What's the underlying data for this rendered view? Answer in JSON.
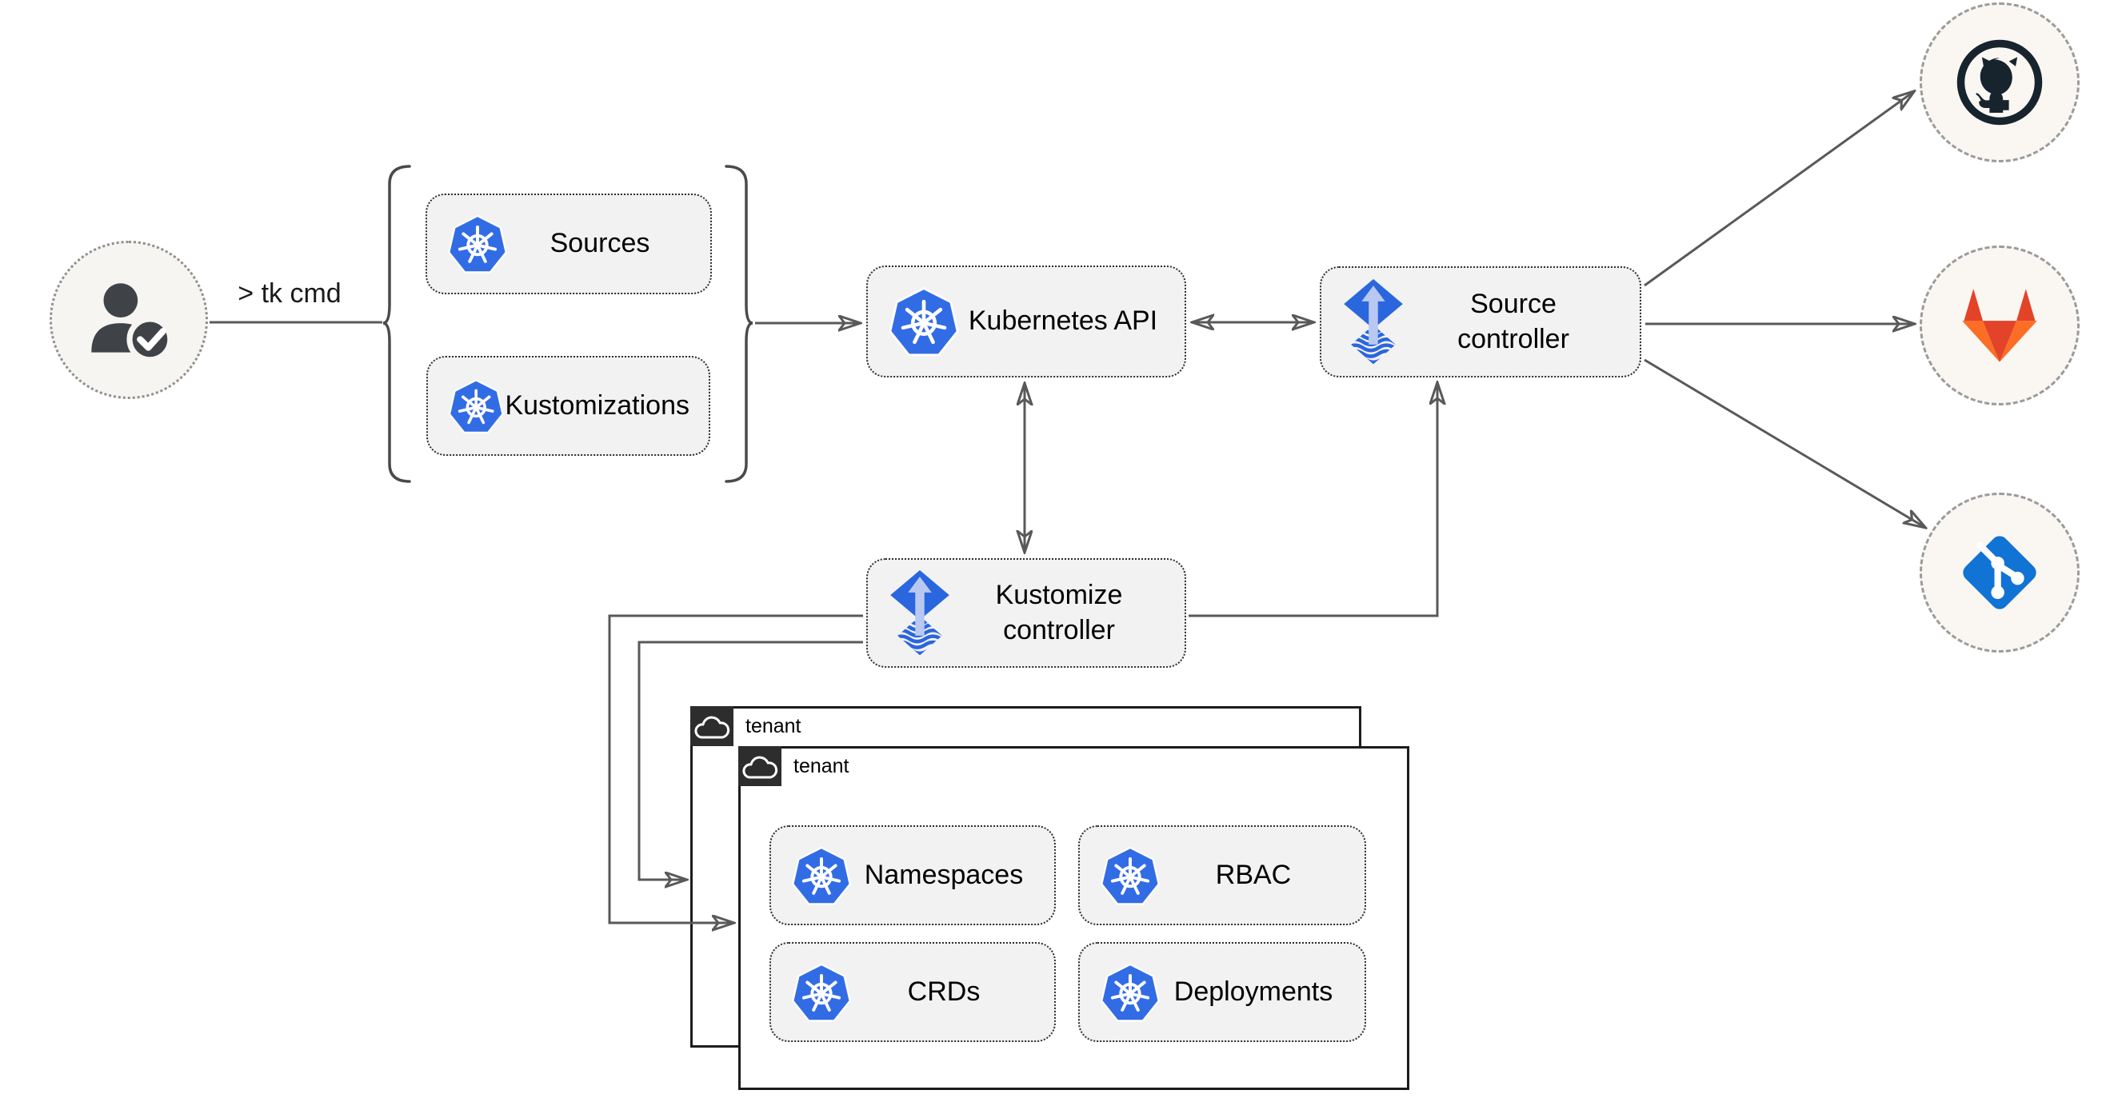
{
  "user": {
    "command_label": "> tk cmd"
  },
  "crd_group": {
    "items": [
      {
        "label": "Sources",
        "icon": "kubernetes-icon"
      },
      {
        "label": "Kustomizations",
        "icon": "kubernetes-icon"
      }
    ]
  },
  "api": {
    "label": "Kubernetes API",
    "icon": "kubernetes-icon"
  },
  "source_controller": {
    "label": "Source controller",
    "icon": "flux-icon"
  },
  "kustomize_controller": {
    "label": "Kustomize controller",
    "icon": "flux-icon"
  },
  "tenants": {
    "back": {
      "label": "tenant",
      "icon": "cloud-icon"
    },
    "front": {
      "label": "tenant",
      "icon": "cloud-icon"
    },
    "resources": [
      {
        "label": "Namespaces",
        "icon": "kubernetes-icon"
      },
      {
        "label": "RBAC",
        "icon": "kubernetes-icon"
      },
      {
        "label": "CRDs",
        "icon": "kubernetes-icon"
      },
      {
        "label": "Deployments",
        "icon": "kubernetes-icon"
      }
    ]
  },
  "git_providers": [
    {
      "icon": "github-icon"
    },
    {
      "icon": "gitlab-icon"
    },
    {
      "icon": "git-icon"
    }
  ],
  "colors": {
    "kubernetes_blue": "#326ce5",
    "flux_blue": "#2a66de",
    "flux_arrow_light": "#b9c8f0",
    "github_dark": "#17242e",
    "gitlab_red": "#e24329",
    "gitlab_orange": "#fc6d26",
    "git_blue": "#1173d4",
    "connector_gray": "#595959",
    "node_fill": "#f2f2f2",
    "circle_fill": "#faf7f2"
  }
}
